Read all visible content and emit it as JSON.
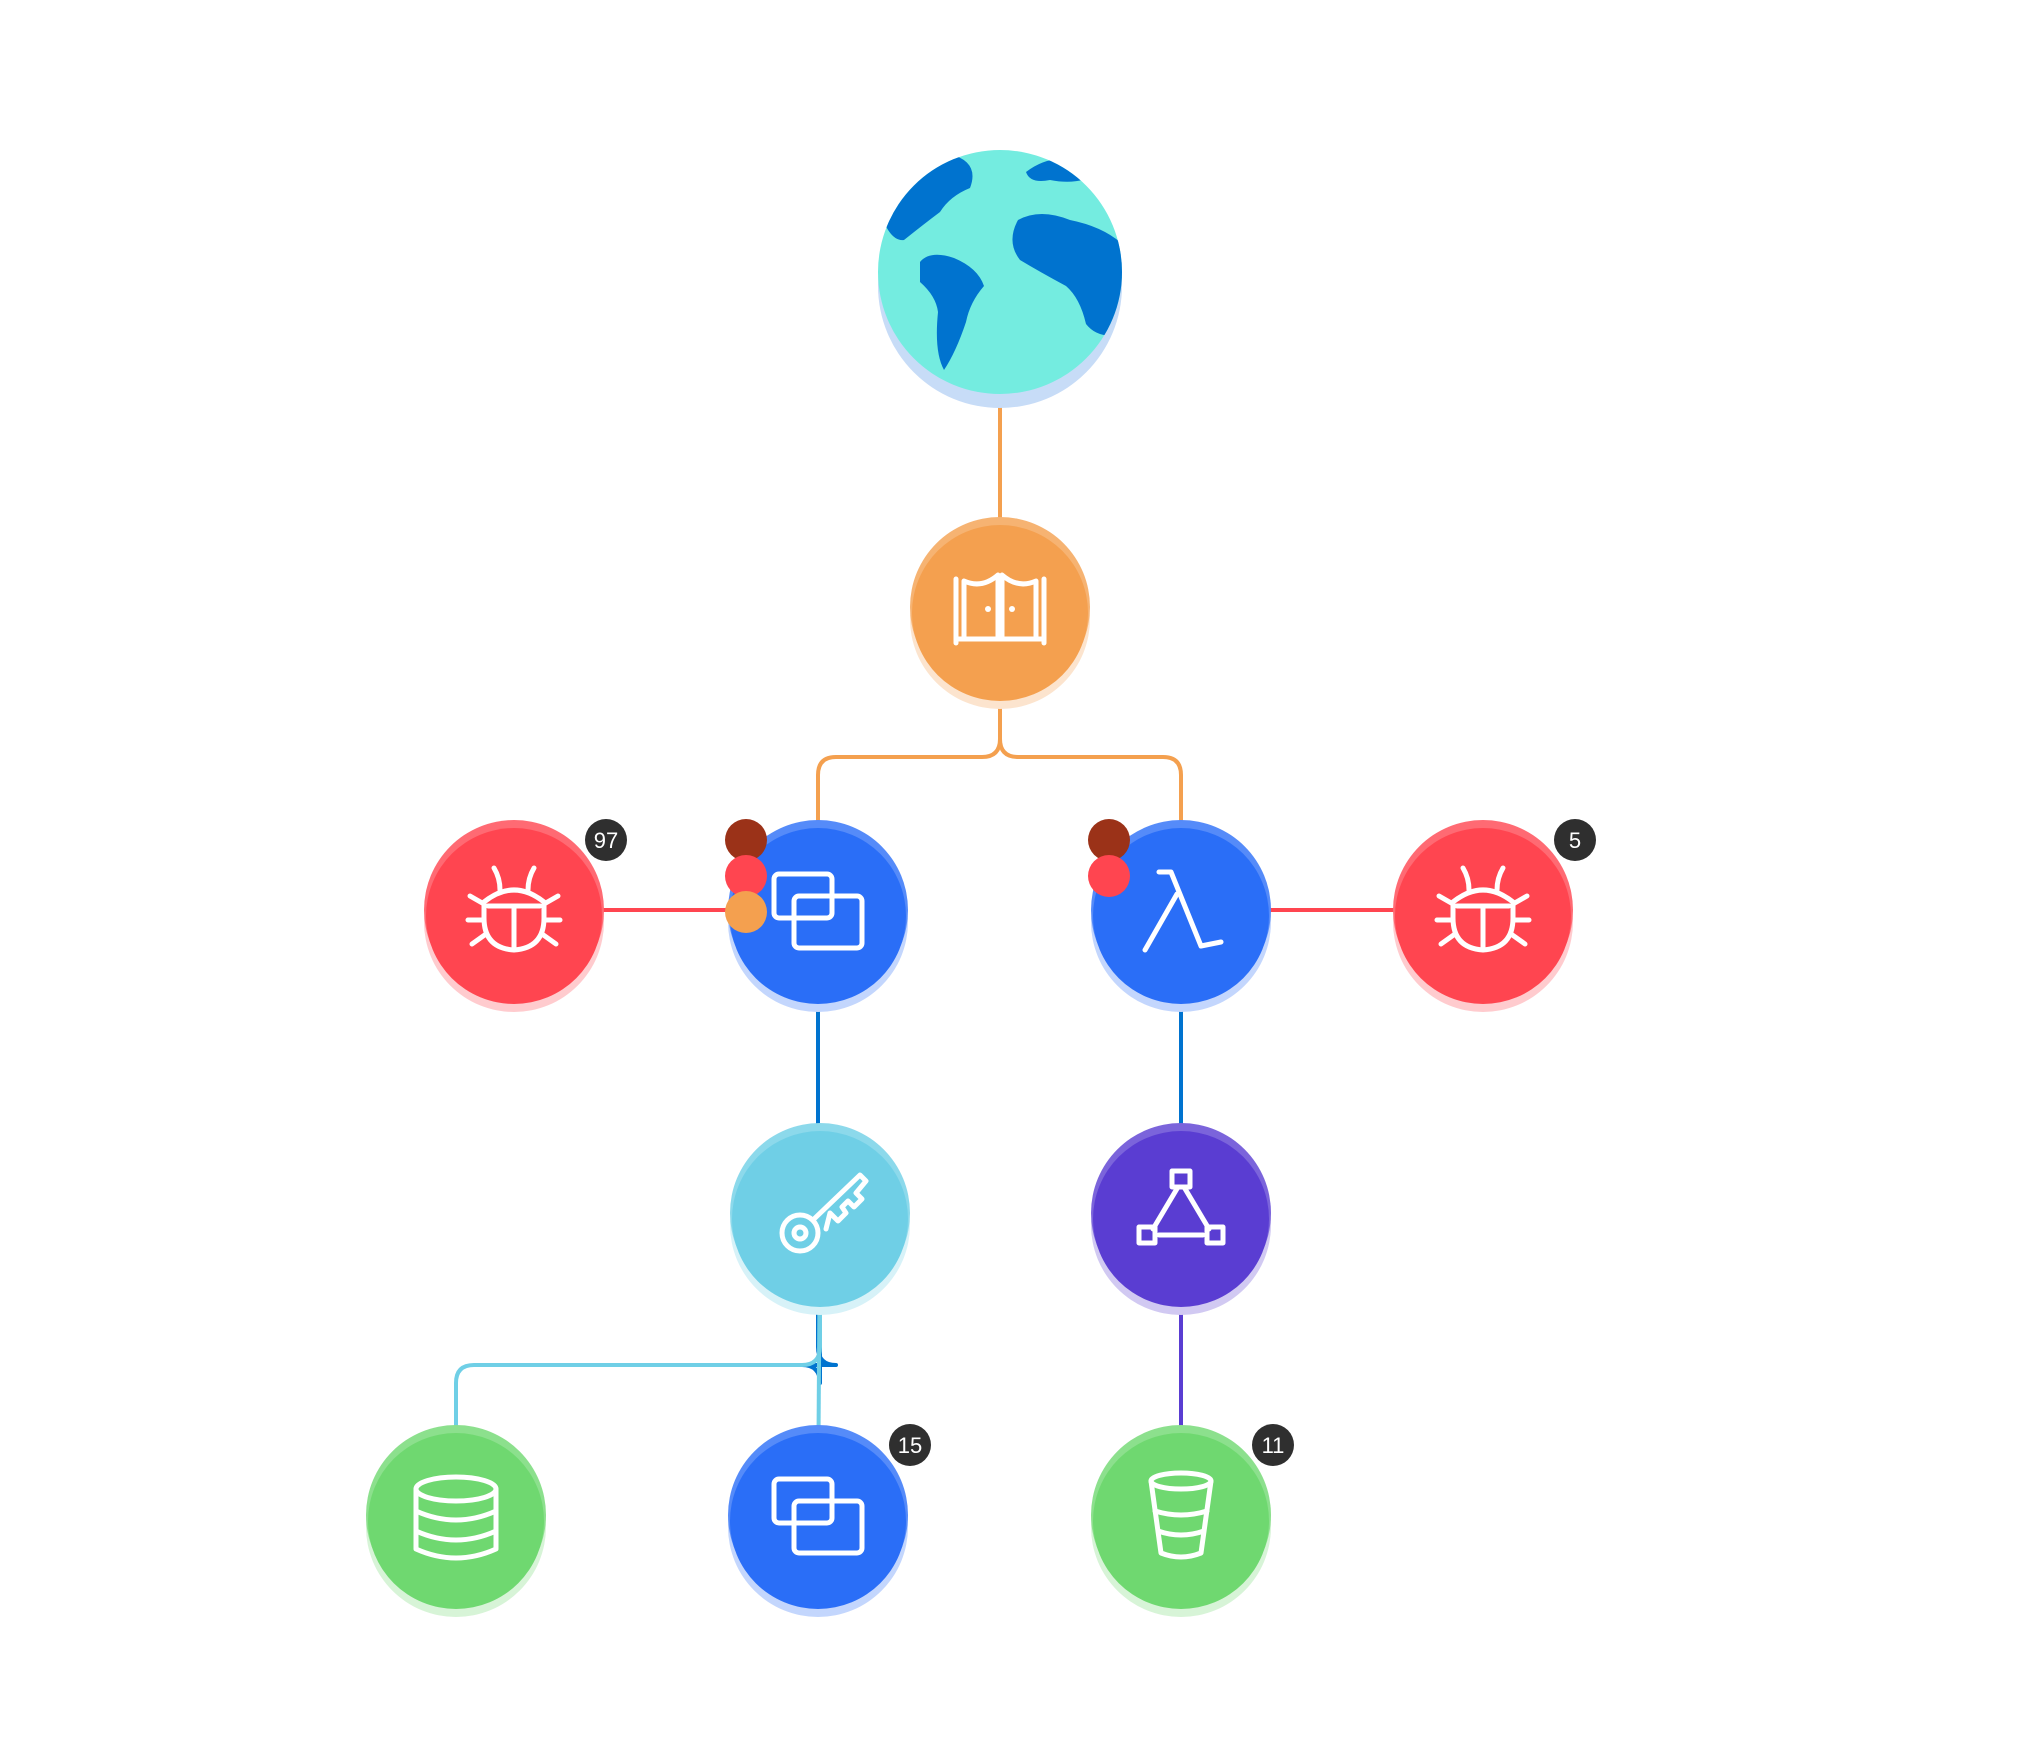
{
  "colors": {
    "background": "#ffffff",
    "gateway": "#f4a04f",
    "compute": "#2a6ef7",
    "bug": "#ff4550",
    "key": "#6fcfe6",
    "network": "#5a3dd2",
    "storage": "#6fd870",
    "globe_ocean": "#74ece0",
    "globe_land": "#0073cf",
    "badge": "#2f2f2f",
    "dot_dark": "#9b3218",
    "dot_red": "#ff4550",
    "dot_orange": "#f4a04f"
  },
  "nodes": [
    {
      "id": "internet",
      "type": "globe",
      "icon": "globe-icon"
    },
    {
      "id": "gateway",
      "type": "gateway",
      "icon": "gate-icon"
    },
    {
      "id": "instance-left",
      "type": "compute",
      "icon": "instances-icon",
      "alerts": [
        "dot_dark",
        "dot_red",
        "dot_orange"
      ]
    },
    {
      "id": "lambda",
      "type": "compute",
      "icon": "lambda-icon",
      "alerts": [
        "dot_dark",
        "dot_red"
      ]
    },
    {
      "id": "bug-left",
      "type": "bug",
      "icon": "bug-icon",
      "badge": "97"
    },
    {
      "id": "bug-right",
      "type": "bug",
      "icon": "bug-icon",
      "badge": "5"
    },
    {
      "id": "iam-key",
      "type": "key",
      "icon": "key-icon"
    },
    {
      "id": "network",
      "type": "network",
      "icon": "triangle-network-icon"
    },
    {
      "id": "database",
      "type": "storage",
      "icon": "database-icon"
    },
    {
      "id": "instance-bottom",
      "type": "compute",
      "icon": "instances-icon",
      "badge": "15"
    },
    {
      "id": "bucket",
      "type": "storage",
      "icon": "bucket-icon",
      "badge": "11"
    }
  ],
  "edges": [
    {
      "from": "internet",
      "to": "gateway",
      "color": "gateway"
    },
    {
      "from": "gateway",
      "to": "instance-left",
      "color": "gateway"
    },
    {
      "from": "gateway",
      "to": "lambda",
      "color": "gateway"
    },
    {
      "from": "bug-left",
      "to": "instance-left",
      "color": "bug"
    },
    {
      "from": "lambda",
      "to": "bug-right",
      "color": "bug"
    },
    {
      "from": "instance-left",
      "to": "iam-key",
      "color": "globe_land"
    },
    {
      "from": "lambda",
      "to": "network",
      "color": "globe_land"
    },
    {
      "from": "iam-key",
      "to": "database",
      "color": "key"
    },
    {
      "from": "iam-key",
      "to": "instance-bottom",
      "color": "key"
    },
    {
      "from": "network",
      "to": "bucket",
      "color": "network"
    }
  ]
}
